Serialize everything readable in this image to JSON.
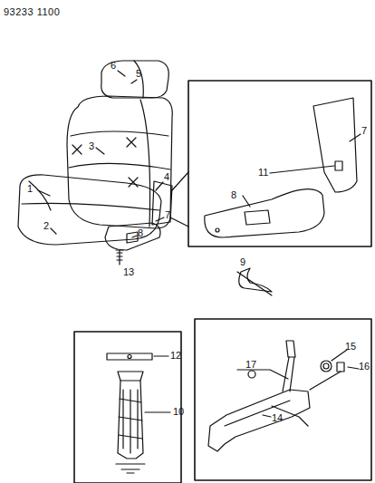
{
  "diagram": {
    "labels": [
      "93233 1100",
      "6",
      "5",
      "3",
      "4",
      "1",
      "7",
      "2",
      "8",
      "13",
      "7",
      "11",
      "8",
      "9",
      "12",
      "10",
      "15",
      "16",
      "17",
      "14"
    ]
  }
}
